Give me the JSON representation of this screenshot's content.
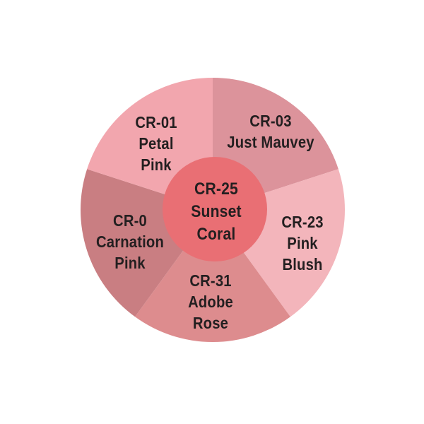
{
  "background_color": "#ffffff",
  "text_color": "#231F20",
  "chart_data": {
    "type": "pie",
    "title": "",
    "legend_position": "none",
    "layout": "five equal outer wedges (72 degrees each) around a center circle swatch",
    "center": {
      "code": "CR-25",
      "name": "Sunset Coral",
      "color": "#E96F74",
      "lines": [
        "CR-25",
        "Sunset",
        "Coral"
      ]
    },
    "segments": [
      {
        "code": "CR-03",
        "name": "Just Mauvey",
        "color": "#DC939B",
        "value": 72,
        "lines": [
          "CR-03",
          "Just Mauvey"
        ]
      },
      {
        "code": "CR-23",
        "name": "Pink Blush",
        "color": "#F3B5BB",
        "value": 72,
        "lines": [
          "CR-23",
          "Pink",
          "Blush"
        ]
      },
      {
        "code": "CR-31",
        "name": "Adobe Rose",
        "color": "#DD8C8E",
        "value": 72,
        "lines": [
          "CR-31",
          "Adobe",
          "Rose"
        ]
      },
      {
        "code": "CR-0",
        "name": "Carnation Pink",
        "color": "#C97E82",
        "value": 72,
        "lines": [
          "CR-0",
          "Carnation",
          "Pink"
        ]
      },
      {
        "code": "CR-01",
        "name": "Petal Pink",
        "color": "#F2A6AE",
        "value": 72,
        "lines": [
          "CR-01",
          "Petal",
          "Pink"
        ]
      }
    ]
  }
}
